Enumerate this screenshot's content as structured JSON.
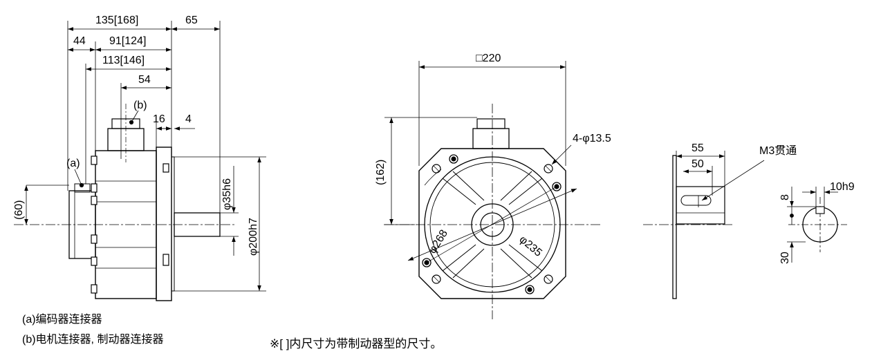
{
  "side_view": {
    "overall_length": "135[168]",
    "shaft_length": "65",
    "dim_44": "44",
    "dim_91": "91[124]",
    "dim_113": "113[146]",
    "dim_54": "54",
    "dim_16": "16",
    "dim_4": "4",
    "dim_60": "(60)",
    "shaft_dia": "φ35h6",
    "pilot_dia": "φ200h7",
    "label_a": "(a)",
    "label_b": "(b)"
  },
  "front_view": {
    "flange_square": "□220",
    "connector_height": "(162)",
    "mount_holes": "4-φ13.5",
    "bolt_circle": "φ235",
    "outer_circle": "φ268"
  },
  "shaft_detail": {
    "dim_55": "55",
    "dim_50": "50",
    "tap": "M3贯通"
  },
  "key_detail": {
    "key_width": "10h9",
    "dim_8": "8",
    "dim_30": "30"
  },
  "legend": {
    "a": "(a)编码器连接器",
    "b": "(b)电机连接器, 制动器连接器"
  },
  "footnote": "※[   ]内尺寸为带制动器型的尺寸。"
}
